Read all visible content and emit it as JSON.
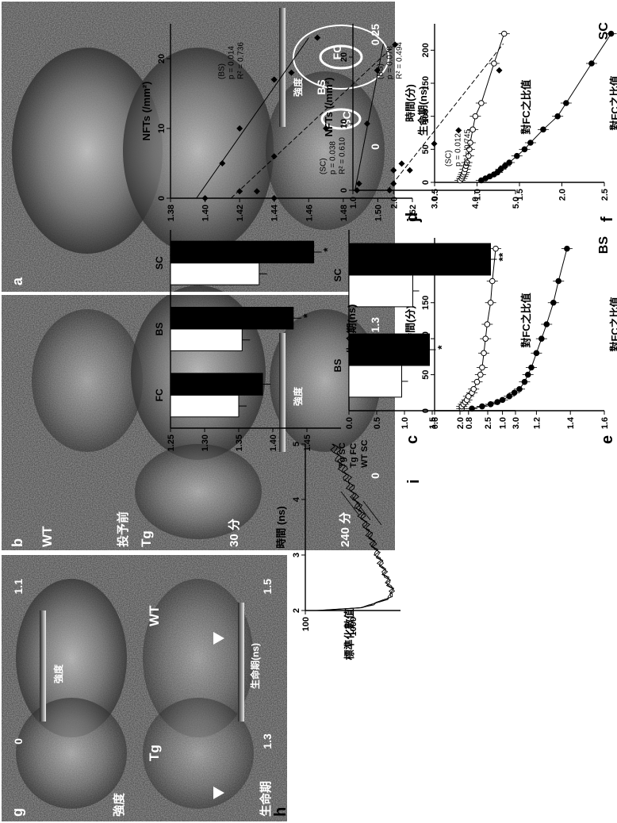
{
  "panel_letters": {
    "a": "a",
    "b": "b",
    "c": "c",
    "d": "d",
    "e": "e",
    "f": "f",
    "g": "g",
    "h": "h",
    "i": "i",
    "j": "j"
  },
  "panel_a": {
    "regions": [
      "FC",
      "BS",
      "SC"
    ],
    "scale_max": "0.25",
    "scale_min": "0",
    "scale_label": "強度"
  },
  "panel_b": {
    "columns": [
      "投予前",
      "30 分",
      "240 分"
    ],
    "rows": [
      "WT",
      "Tg"
    ],
    "scale_max": "1.3",
    "scale_min": "0",
    "scale_label": "強度"
  },
  "panel_g": {
    "columns": [
      "強度",
      "生命期"
    ],
    "rows": [
      "WT",
      "Tg"
    ],
    "left_scale_max": "1.1",
    "left_scale_min": "0",
    "left_scale_label": "強度",
    "right_scale_max": "1.5",
    "right_scale_min": "1.3",
    "right_scale_label": "生命期(ns)"
  },
  "chart_data": [
    {
      "id": "c",
      "type": "line",
      "title": "BS",
      "xlabel": "時間(分)",
      "ylabel": "對FC之比值",
      "xlim": [
        0,
        240
      ],
      "ylim": [
        0.6,
        1.6
      ],
      "xticks": [
        "0",
        "50",
        "100",
        "150",
        "200"
      ],
      "yticks": [
        "0.6",
        "0.8",
        "1.0",
        "1.2",
        "1.4",
        "1.6"
      ],
      "series": [
        {
          "marker": "filled",
          "x": [
            3,
            6,
            9,
            12,
            15,
            20,
            25,
            30,
            40,
            50,
            60,
            80,
            100,
            120,
            150,
            180,
            225
          ],
          "y": [
            0.82,
            0.88,
            0.93,
            0.97,
            1.0,
            1.04,
            1.07,
            1.1,
            1.13,
            1.15,
            1.17,
            1.2,
            1.23,
            1.26,
            1.3,
            1.33,
            1.38
          ]
        },
        {
          "marker": "open",
          "x": [
            3,
            6,
            9,
            12,
            15,
            20,
            25,
            30,
            40,
            50,
            60,
            80,
            100,
            120,
            150,
            180,
            225
          ],
          "y": [
            0.76,
            0.76,
            0.77,
            0.78,
            0.79,
            0.8,
            0.82,
            0.83,
            0.85,
            0.87,
            0.88,
            0.89,
            0.9,
            0.91,
            0.93,
            0.94,
            0.96
          ]
        }
      ]
    },
    {
      "id": "d",
      "type": "line",
      "title": "SC",
      "xlabel": "時間(分)",
      "ylabel": "對FC之比值",
      "xlim": [
        0,
        240
      ],
      "ylim": [
        0.5,
        2.5
      ],
      "xticks": [
        "0",
        "50",
        "100",
        "150",
        "200"
      ],
      "yticks": [
        "0.5",
        "1.0",
        "1.5",
        "2.0",
        "2.5"
      ],
      "series": [
        {
          "marker": "filled",
          "x": [
            3,
            6,
            9,
            12,
            15,
            20,
            25,
            30,
            40,
            50,
            60,
            80,
            100,
            120,
            180,
            225
          ],
          "y": [
            1.05,
            1.1,
            1.15,
            1.2,
            1.24,
            1.28,
            1.33,
            1.38,
            1.47,
            1.56,
            1.63,
            1.78,
            1.95,
            2.05,
            2.35,
            2.58
          ]
        },
        {
          "marker": "open",
          "x": [
            3,
            6,
            9,
            12,
            15,
            20,
            25,
            30,
            40,
            50,
            60,
            80,
            100,
            120,
            180,
            225
          ],
          "y": [
            0.8,
            0.82,
            0.83,
            0.84,
            0.85,
            0.86,
            0.87,
            0.88,
            0.9,
            0.91,
            0.92,
            0.95,
            0.98,
            1.05,
            1.2,
            1.32
          ]
        }
      ]
    },
    {
      "id": "e",
      "type": "bar",
      "ylabel": "對FC之比值",
      "categories": [
        "BS",
        "SC"
      ],
      "ylim": [
        0,
        3.0
      ],
      "yticks": [
        "0.0",
        "0.5",
        "1.0",
        "1.5",
        "2.0",
        "2.5",
        "3.0"
      ],
      "series": [
        {
          "fill": "#fff",
          "values": [
            0.95,
            1.15
          ]
        },
        {
          "fill": "#000",
          "values": [
            1.45,
            2.55
          ]
        }
      ],
      "annotations": [
        "*",
        "**"
      ]
    },
    {
      "id": "f",
      "type": "scatter",
      "xlabel": "NFTs (/mm²)",
      "ylabel": "對FC之比值",
      "xlim": [
        0,
        25
      ],
      "ylim": [
        1.0,
        5.0
      ],
      "xticks": [
        "0",
        "10",
        "20"
      ],
      "yticks": [
        "1.0",
        "2.0",
        "3.0",
        "4.0",
        "5.0"
      ],
      "series": [
        {
          "name": "SC",
          "points": [
            [
              0,
              1.9
            ],
            [
              1,
              2.0
            ],
            [
              3,
              2.4
            ],
            [
              7,
              3.0
            ],
            [
              9,
              3.6
            ],
            [
              18,
              4.6
            ]
          ],
          "fit": [
            [
              0,
              1.85
            ],
            [
              22,
              4.7
            ]
          ]
        },
        {
          "name": "BS",
          "points": [
            [
              0,
              1.1
            ],
            [
              1,
              1.15
            ],
            [
              3,
              2.0
            ],
            [
              4,
              2.2
            ],
            [
              10,
              1.35
            ],
            [
              18,
              1.6
            ]
          ],
          "fit": [
            [
              0,
              1.05
            ],
            [
              22,
              1.75
            ]
          ]
        }
      ],
      "labels": [
        [
          "R² = 0.745",
          "p = 0.012",
          "(SC)"
        ],
        [
          "R² = 0.494",
          "p = 0.078",
          "(BS)"
        ]
      ]
    },
    {
      "id": "h",
      "type": "line",
      "xlabel": "時間 (ns)",
      "ylabel": "標準化數值",
      "xlim": [
        2,
        5
      ],
      "yscale": "log",
      "ylim": [
        100,
        10000
      ],
      "xticks": [
        "2",
        "3",
        "4",
        "5"
      ],
      "yticks": [
        "100",
        "1000"
      ],
      "legend": [
        "Tg SC",
        "Tg FC",
        "WT SC"
      ]
    },
    {
      "id": "i",
      "type": "bar",
      "ylabel": "生命期(ns)",
      "categories": [
        "FC",
        "BS",
        "SC"
      ],
      "ylim": [
        1.25,
        1.5
      ],
      "yticks": [
        "1.25",
        "1.30",
        "1.35",
        "1.40",
        "1.45"
      ],
      "series": [
        {
          "fill": "#fff",
          "values": [
            1.35,
            1.355,
            1.38
          ]
        },
        {
          "fill": "#000",
          "values": [
            1.385,
            1.43,
            1.46
          ]
        }
      ],
      "annotations": [
        "",
        "*",
        "*"
      ]
    },
    {
      "id": "j",
      "type": "scatter",
      "xlabel": "NFTs (/mm²)",
      "ylabel": "生命期(ns)",
      "xlim": [
        0,
        25
      ],
      "ylim": [
        1.38,
        1.52
      ],
      "xticks": [
        "0",
        "10",
        "20"
      ],
      "yticks": [
        "1.38",
        "1.40",
        "1.42",
        "1.44",
        "1.46",
        "1.48",
        "1.50",
        "1.52"
      ],
      "series": [
        {
          "name": "SC",
          "points": [
            [
              0,
              1.44
            ],
            [
              1,
              1.43
            ],
            [
              6,
              1.44
            ],
            [
              10,
              1.47
            ],
            [
              17,
              1.44
            ],
            [
              18,
              1.45
            ],
            [
              22,
              1.51
            ]
          ],
          "fit": [
            [
              0,
              1.415
            ],
            [
              22,
              1.51
            ]
          ]
        },
        {
          "name": "BS",
          "points": [
            [
              0,
              1.4
            ],
            [
              1,
              1.42
            ],
            [
              5,
              1.41
            ],
            [
              10,
              1.42
            ],
            [
              17,
              1.44
            ],
            [
              23,
              1.465
            ]
          ],
          "fit": [
            [
              0,
              1.395
            ],
            [
              23,
              1.46
            ]
          ]
        }
      ],
      "labels": [
        [
          "R² = 0.610",
          "p = 0.038",
          "(SC)"
        ],
        [
          "R² = 0.736",
          "p = 0.014",
          "(BS)"
        ]
      ]
    }
  ]
}
